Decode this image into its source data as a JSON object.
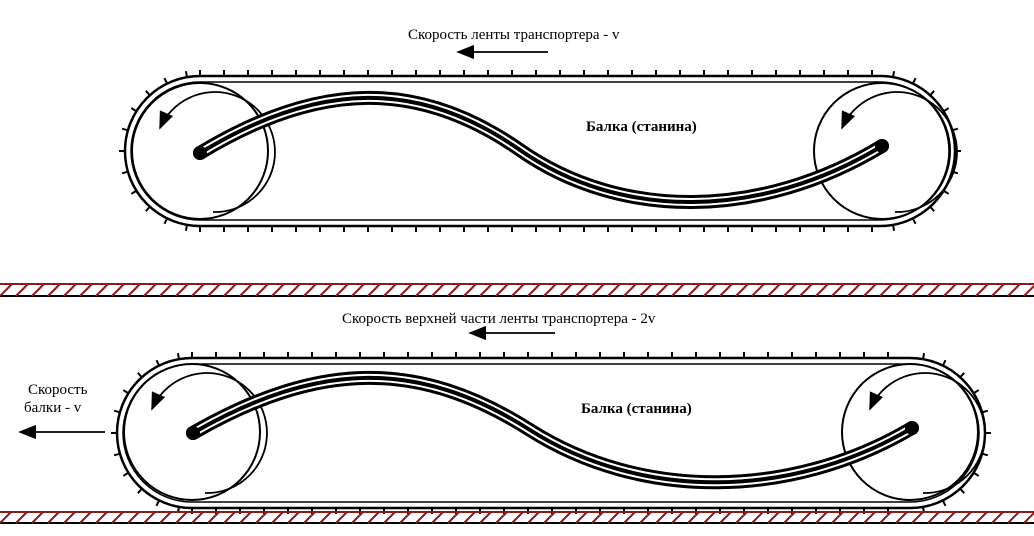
{
  "top_panel": {
    "speed_label": "Скорость ленты транспортера - v",
    "beam_label": "Балка (станина)"
  },
  "bottom_panel": {
    "speed_label": "Скорость верхней части ленты транспортера - 2v",
    "beam_label": "Балка (станина)",
    "beam_speed_line1": "Скорость",
    "beam_speed_line2": "балки - v"
  },
  "colors": {
    "ink": "#000000",
    "ground": "#8b1a1a"
  }
}
